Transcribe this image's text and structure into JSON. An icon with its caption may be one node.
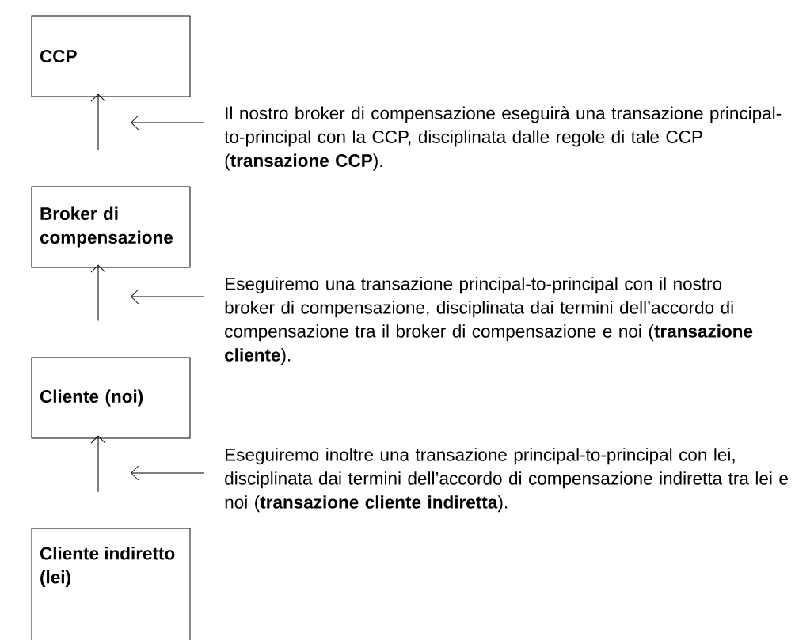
{
  "diagram": {
    "nodes": [
      {
        "text": [
          "CCP"
        ]
      },
      {
        "text": [
          "Il nostro broker di compensazione eseguirà una transazione principal-to-principal con la CCP, disciplinata dalle regole di tale CCP (**transazione CCP**)."
        ]
      },
      {
        "text": [
          "Broker di compensazione"
        ]
      },
      {
        "text": [
          "Eseguiremo una transazione principal-to-principal con il nostro broker di compensazione, disciplinata dai termini dell’accordo di compensazione tra il broker di compensazione e noi (**transazione cliente**)."
        ]
      },
      {
        "text": [
          "Cliente (noi)"
        ]
      },
      {
        "text": [
          "Eseguiremo inoltre una transazione principal-to-principal con lei, disciplinata dai termini dell’accordo di compensazione indiretta tra lei e noi (**transazione cliente indiretta**)."
        ]
      },
      {
        "text": [
          "Cliente indiretto (lei)"
        ]
      }
    ],
    "edges": [
      {
        "from": 2,
        "to": 0,
        "arrow": "to"
      },
      {
        "from": 4,
        "to": 2,
        "arrow": "to"
      },
      {
        "from": 6,
        "to": 4,
        "arrow": "to"
      },
      {
        "from": 1,
        "to": null,
        "arrow": "to"
      },
      {
        "from": 3,
        "to": null,
        "arrow": "to"
      },
      {
        "from": 5,
        "to": null,
        "arrow": "to"
      }
    ]
  }
}
